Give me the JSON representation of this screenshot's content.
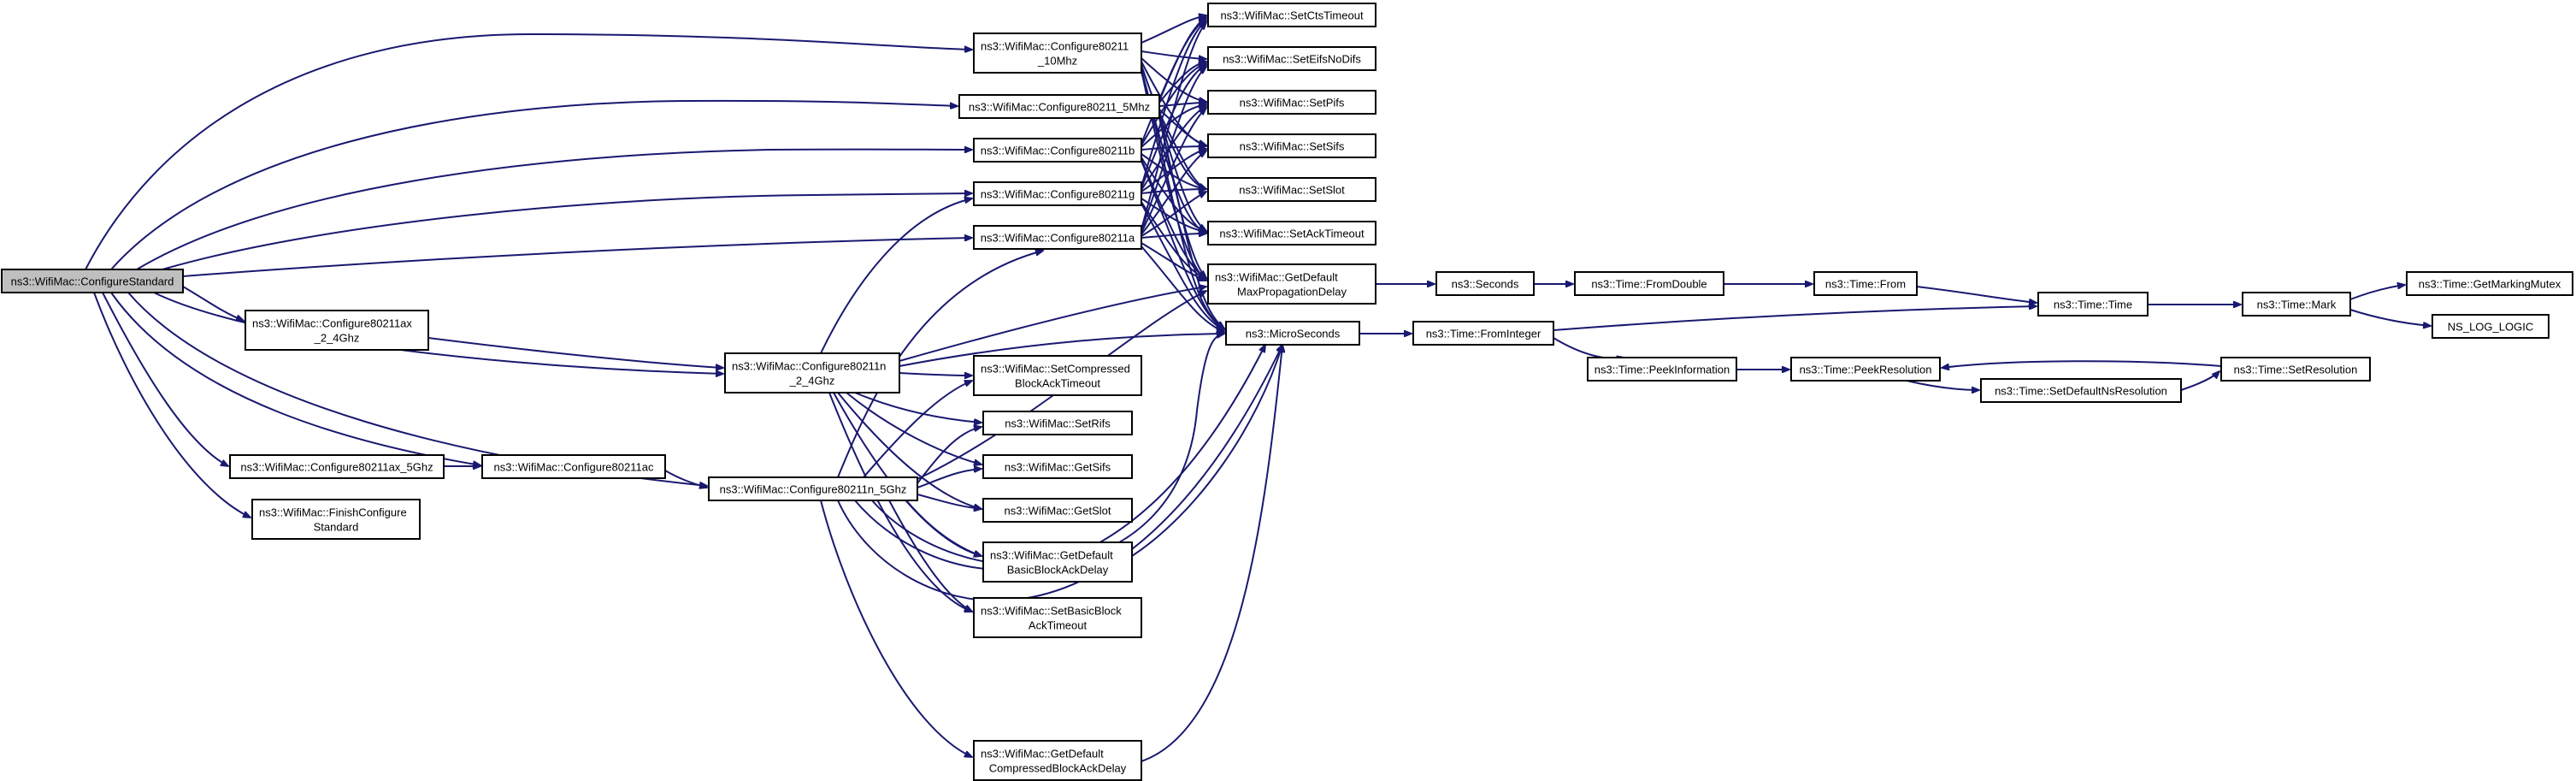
{
  "graph": {
    "title": "",
    "edge_color": "#191970",
    "root_fill": "#bfbfbf",
    "node_fill": "#ffffff",
    "nodes": [
      {
        "id": "n_configure_standard",
        "lines": [
          "ns3::WifiMac::ConfigureStandard"
        ],
        "root": true
      },
      {
        "id": "n_cfg_10mhz",
        "lines": [
          "ns3::WifiMac::Configure80211",
          "_10Mhz"
        ]
      },
      {
        "id": "n_cfg_5mhz",
        "lines": [
          "ns3::WifiMac::Configure80211_5Mhz"
        ]
      },
      {
        "id": "n_cfg_b",
        "lines": [
          "ns3::WifiMac::Configure80211b"
        ]
      },
      {
        "id": "n_cfg_g",
        "lines": [
          "ns3::WifiMac::Configure80211g"
        ]
      },
      {
        "id": "n_cfg_a",
        "lines": [
          "ns3::WifiMac::Configure80211a"
        ]
      },
      {
        "id": "n_cfg_ax_24",
        "lines": [
          "ns3::WifiMac::Configure80211ax",
          "_2_4Ghz"
        ]
      },
      {
        "id": "n_cfg_n_24",
        "lines": [
          "ns3::WifiMac::Configure80211n",
          "_2_4Ghz"
        ]
      },
      {
        "id": "n_cfg_ax_5",
        "lines": [
          "ns3::WifiMac::Configure80211ax_5Ghz"
        ]
      },
      {
        "id": "n_cfg_ac",
        "lines": [
          "ns3::WifiMac::Configure80211ac"
        ]
      },
      {
        "id": "n_cfg_n_5",
        "lines": [
          "ns3::WifiMac::Configure80211n_5Ghz"
        ]
      },
      {
        "id": "n_finish_cfg",
        "lines": [
          "ns3::WifiMac::FinishConfigure",
          "Standard"
        ]
      },
      {
        "id": "n_set_cts_timeout",
        "lines": [
          "ns3::WifiMac::SetCtsTimeout"
        ]
      },
      {
        "id": "n_set_eifs_no_difs",
        "lines": [
          "ns3::WifiMac::SetEifsNoDifs"
        ]
      },
      {
        "id": "n_set_pifs",
        "lines": [
          "ns3::WifiMac::SetPifs"
        ]
      },
      {
        "id": "n_set_sifs",
        "lines": [
          "ns3::WifiMac::SetSifs"
        ]
      },
      {
        "id": "n_set_slot",
        "lines": [
          "ns3::WifiMac::SetSlot"
        ]
      },
      {
        "id": "n_set_ack_timeout",
        "lines": [
          "ns3::WifiMac::SetAckTimeout"
        ]
      },
      {
        "id": "n_get_default_max_prop",
        "lines": [
          "ns3::WifiMac::GetDefault",
          "MaxPropagationDelay"
        ]
      },
      {
        "id": "n_micro_seconds",
        "lines": [
          "ns3::MicroSeconds"
        ]
      },
      {
        "id": "n_set_compressed_ba_timeout",
        "lines": [
          "ns3::WifiMac::SetCompressed",
          "BlockAckTimeout"
        ]
      },
      {
        "id": "n_set_rifs",
        "lines": [
          "ns3::WifiMac::SetRifs"
        ]
      },
      {
        "id": "n_get_sifs",
        "lines": [
          "ns3::WifiMac::GetSifs"
        ]
      },
      {
        "id": "n_get_slot",
        "lines": [
          "ns3::WifiMac::GetSlot"
        ]
      },
      {
        "id": "n_get_default_basic_ba_delay",
        "lines": [
          "ns3::WifiMac::GetDefault",
          "BasicBlockAckDelay"
        ]
      },
      {
        "id": "n_set_basic_ba_timeout",
        "lines": [
          "ns3::WifiMac::SetBasicBlock",
          "AckTimeout"
        ]
      },
      {
        "id": "n_get_default_compressed_ba_delay",
        "lines": [
          "ns3::WifiMac::GetDefault",
          "CompressedBlockAckDelay"
        ]
      },
      {
        "id": "n_seconds",
        "lines": [
          "ns3::Seconds"
        ]
      },
      {
        "id": "n_time_from_double",
        "lines": [
          "ns3::Time::FromDouble"
        ]
      },
      {
        "id": "n_time_from",
        "lines": [
          "ns3::Time::From"
        ]
      },
      {
        "id": "n_time_time",
        "lines": [
          "ns3::Time::Time"
        ]
      },
      {
        "id": "n_time_mark",
        "lines": [
          "ns3::Time::Mark"
        ]
      },
      {
        "id": "n_get_marking_mutex",
        "lines": [
          "ns3::Time::GetMarkingMutex"
        ]
      },
      {
        "id": "n_ns_log_logic",
        "lines": [
          "NS_LOG_LOGIC"
        ]
      },
      {
        "id": "n_time_from_integer",
        "lines": [
          "ns3::Time::FromInteger"
        ]
      },
      {
        "id": "n_peek_information",
        "lines": [
          "ns3::Time::PeekInformation"
        ]
      },
      {
        "id": "n_peek_resolution",
        "lines": [
          "ns3::Time::PeekResolution"
        ]
      },
      {
        "id": "n_set_default_ns_resolution",
        "lines": [
          "ns3::Time::SetDefaultNsResolution"
        ]
      },
      {
        "id": "n_set_resolution",
        "lines": [
          "ns3::Time::SetResolution"
        ]
      }
    ]
  }
}
